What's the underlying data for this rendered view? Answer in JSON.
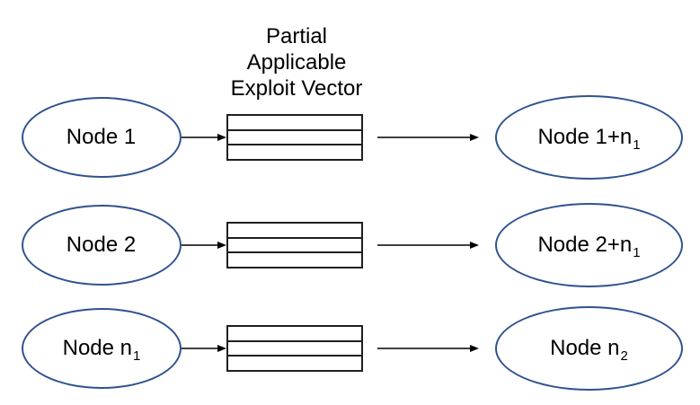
{
  "title": {
    "lines": [
      "Partial",
      "Applicable",
      "Exploit Vector"
    ]
  },
  "rows": [
    {
      "source": {
        "label": "Node 1",
        "subscript": ""
      },
      "target": {
        "label": "Node 1+n",
        "subscript": "1"
      }
    },
    {
      "source": {
        "label": "Node 2",
        "subscript": ""
      },
      "target": {
        "label": "Node 2+n",
        "subscript": "1"
      }
    },
    {
      "source": {
        "label": "Node n",
        "subscript": "1"
      },
      "target": {
        "label": "Node n",
        "subscript": "2"
      }
    }
  ],
  "vector": {
    "cell_count": 3
  },
  "colors": {
    "ellipse_stroke": "#2F528F",
    "box_stroke": "#1f1f1f",
    "arrow": "#000000",
    "text": "#000000",
    "background": "#FFFFFF"
  }
}
